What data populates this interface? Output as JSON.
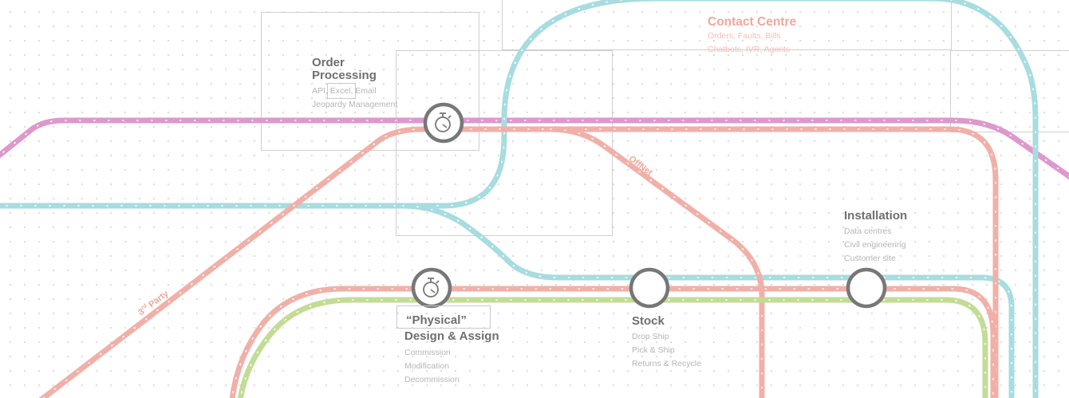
{
  "colors": {
    "magenta_line": "#dd98cc",
    "coral_line": "#f0b0a8",
    "teal_line": "#a7dce0",
    "green_line": "#c3dc95",
    "station_ring": "#777777",
    "frame": "#cfcfcf"
  },
  "lines": {
    "offnet": "OffNet",
    "third_party_num": "3",
    "third_party_sup": "rd",
    "third_party_rest": " Party"
  },
  "stations": {
    "order_processing": {
      "title_line1": "Order",
      "title_line2": "Processing",
      "sub1_pre": "API, ",
      "sub1_boxed": "Excel,",
      "sub1_post": " Email",
      "sub2": "Jeopardy Management",
      "icon": "stopwatch-icon"
    },
    "contact_centre": {
      "title": "Contact Centre",
      "sub1": "Orders, Faults, Bills",
      "sub2": "Chatbots, IVR, Agents"
    },
    "physical": {
      "title_line1": "“Physical”",
      "title_line2": "Design & Assign",
      "subs": [
        "Commission",
        "Modification",
        "Decommission"
      ],
      "icon": "stopwatch-icon"
    },
    "stock": {
      "title": "Stock",
      "subs": [
        "Drop Ship",
        "Pick & Ship",
        "Returns & Recycle"
      ]
    },
    "installation": {
      "title": "Installation",
      "subs": [
        "Data centres",
        "Civil engineering",
        "Customer site"
      ]
    }
  }
}
